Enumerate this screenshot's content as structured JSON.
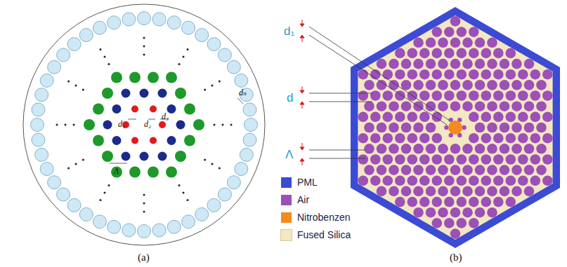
{
  "diagram": {
    "labels": [
      "d₁",
      "d₂",
      "d₃",
      "dₙ",
      "Λ",
      "(a)",
      "d₁",
      "d",
      "Λ",
      "(b)"
    ],
    "legend": [
      {
        "text": "PML",
        "color": "#3b4bd4"
      },
      {
        "text": "Air",
        "color": "#9c50b8"
      },
      {
        "text": "Nitrobenzen",
        "color": "#f58a1f"
      },
      {
        "text": "Fused Silica",
        "color": "#f4e7c2"
      }
    ]
  }
}
